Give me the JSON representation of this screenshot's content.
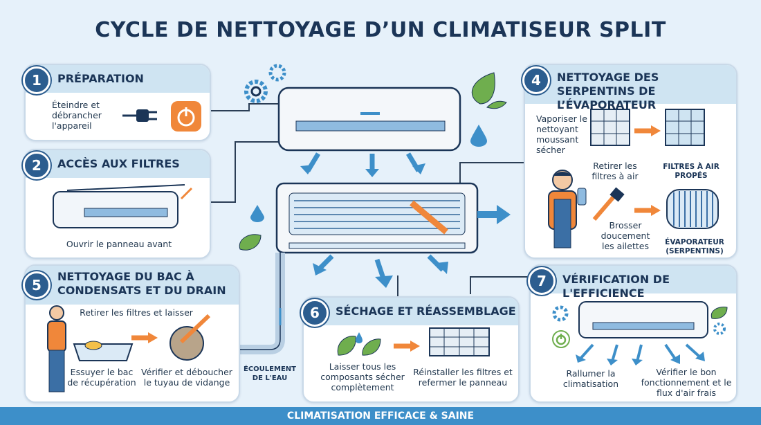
{
  "title": "CYCLE DE NETTOYAGE D’UN CLIMATISEUR SPLIT",
  "steps": [
    {
      "number": "1",
      "title": "PRÉPARATION",
      "texts": [
        "Éteindre et débrancher l'appareil"
      ]
    },
    {
      "number": "2",
      "title": "ACCÈS AUX FILTRES",
      "texts": [
        "Ouvrir le panneau avant"
      ]
    },
    {
      "number": "4",
      "title": "NETTOYAGE DES SERPENTINS DE L’ÉVAPORATEUR",
      "texts": [
        "Vaporiser le nettoyant moussant sécher",
        "Retirer les filtres à air",
        "Brosser doucement les ailettes"
      ],
      "captions": [
        "FILTRES À AIR PROPÉS",
        "ÉVAPORATEUR (SERPENTINS)"
      ]
    },
    {
      "number": "5",
      "title": "NETTOYAGE DU BAC À CONDENSATS ET DU DRAIN",
      "texts": [
        "Retirer les filtres et laisser",
        "Essuyer le bac de récupération",
        "Vérifier et déboucher le tuyau de vidange"
      ]
    },
    {
      "number": "6",
      "title": "SÉCHAGE ET RÉASSEMBLAGE",
      "texts": [
        "Laisser tous les composants sécher complètement",
        "Réinstaller les filtres et refermer le panneau"
      ]
    },
    {
      "number": "7",
      "title": "VÉRIFICATION DE L'EFFICIENCE",
      "texts": [
        "Rallumer la climatisation",
        "Vérifier le bon fonctionnement et le flux d'air frais"
      ]
    }
  ],
  "drain_label": "ÉCOULEMENT DE L'EAU",
  "footer": "CLIMATISATION EFFICACE & SAINE",
  "colors": {
    "accent": "#2c5d8f",
    "orange": "#f0873a",
    "blue_arrow": "#3d8fc9",
    "header": "#cfe4f2"
  },
  "icons": [
    "plug-icon",
    "power-icon",
    "gear-icon",
    "leaf-icon",
    "water-drop-icon",
    "brush-icon",
    "spray-bottle-icon",
    "technician-icon",
    "arrow-icon"
  ]
}
